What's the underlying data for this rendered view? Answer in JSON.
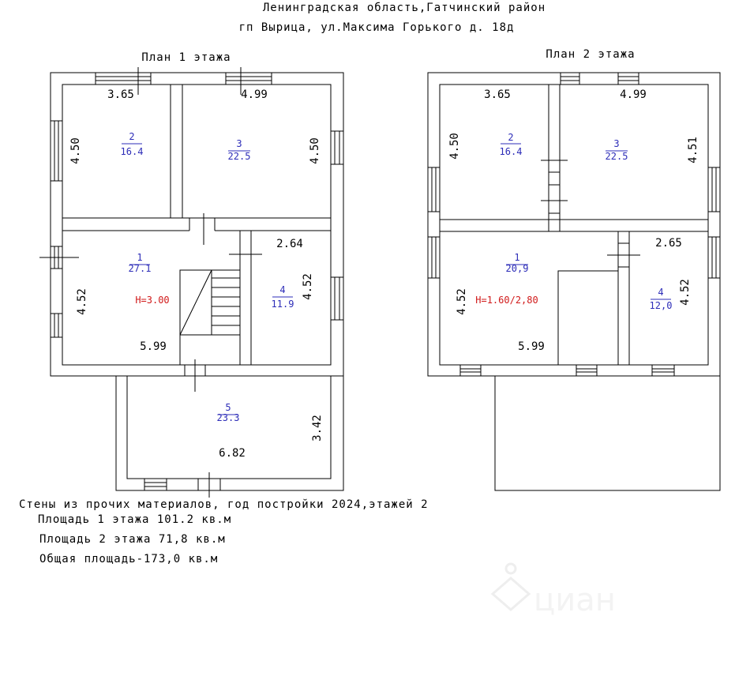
{
  "header": {
    "line1": "Ленинградская область,Гатчинский район",
    "line2": "гп Вырица, ул.Максима Горького д. 18д"
  },
  "floor1": {
    "title": "План 1 этажа",
    "dims": {
      "r2_w": "3.65",
      "r3_w": "4.99",
      "r2_h": "4.50",
      "r3_h": "4.50",
      "r4_w": "2.64",
      "r1_h": "4.52",
      "r4_h": "4.52",
      "r1_w": "5.99",
      "r5_h": "3.42",
      "r5_w": "6.82"
    },
    "rooms": [
      {
        "num": "2",
        "area": "16.4"
      },
      {
        "num": "3",
        "area": "22.5"
      },
      {
        "num": "1",
        "area": "27.1"
      },
      {
        "num": "4",
        "area": "11.9"
      },
      {
        "num": "5",
        "area": "23.3"
      }
    ],
    "height": "H=3.00"
  },
  "floor2": {
    "title": "План 2 этажа",
    "dims": {
      "r2_w": "3.65",
      "r3_w": "4.99",
      "r2_h": "4.50",
      "r3_h": "4.51",
      "r4_w": "2.65",
      "r1_h": "4.52",
      "r4_h": "4.52",
      "r1_w": "5.99"
    },
    "rooms": [
      {
        "num": "2",
        "area": "16.4"
      },
      {
        "num": "3",
        "area": "22.5"
      },
      {
        "num": "1",
        "area": "20,9"
      },
      {
        "num": "4",
        "area": "12,0"
      }
    ],
    "height": "H=1.60/2,80"
  },
  "notes": {
    "walls": "Стены из прочих материалов,  год постройки 2024,этажей 2",
    "area1": "Площадь 1 этажа 101.2 кв.м",
    "area2": "Площадь 2 этажа 71,8 кв.м",
    "total": "Общая площадь-173,0 кв.м"
  },
  "watermark": "циан"
}
